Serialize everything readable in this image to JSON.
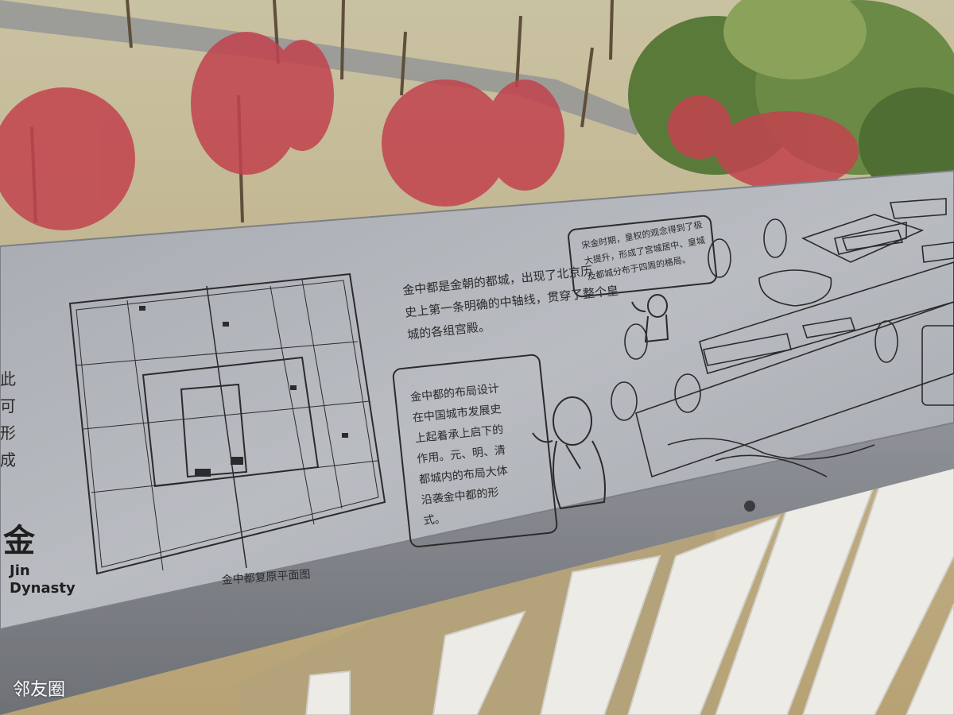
{
  "sign": {
    "title_zh": "金",
    "title_en": "Jin\nDynasty",
    "side_fragment": "此\n可\n形\n成",
    "map_caption": "金中都复原平面图",
    "paragraph": "金中都是金朝的都城，出现了北京历\n史上第一条明确的中轴线，贯穿了整个皇\n城的各组宫殿。",
    "bubble_left": "金中都的布局设计\n在中国城市发展史\n上起着承上启下的\n作用。元、明、清\n都城内的布局大体\n沿袭金中都的形\n式。",
    "bubble_right": "宋金时期，皇权的观念得到了极\n大提升，形成了宫城居中、皇城\n及都城分布于四周的格局。"
  },
  "watermark": "邻友圈",
  "colors": {
    "plate": "#9ea2a8",
    "plate_light": "#c4c7cc",
    "railing": "#eceae4",
    "ground": "#b9a878",
    "blossom": "#c2434e",
    "foliage": "#5f7a3e"
  }
}
